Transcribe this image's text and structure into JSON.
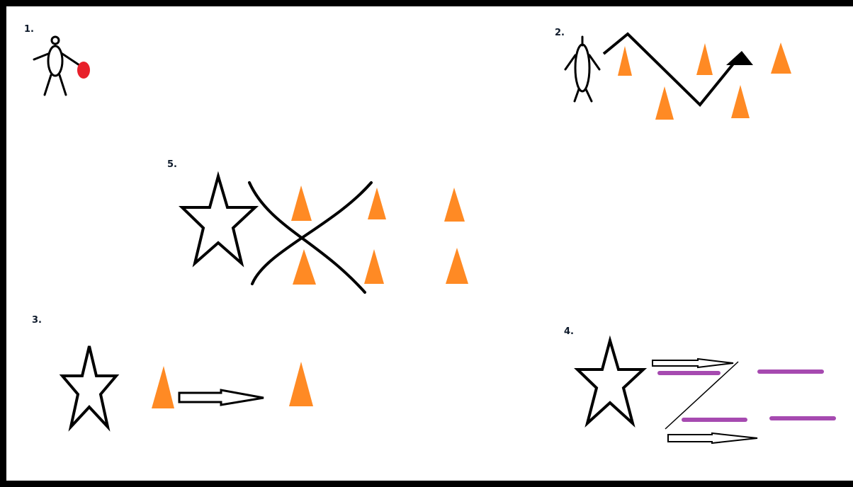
{
  "sections": [
    {
      "label": "1."
    },
    {
      "label": "2."
    },
    {
      "label": "3."
    },
    {
      "label": "4."
    },
    {
      "label": "5."
    }
  ],
  "colors": {
    "cone": "#ff8a24",
    "ball": "#e8202a",
    "hurdle": "#a64ab0",
    "ink": "#000000",
    "border": "#000000"
  },
  "icons": [
    "stick-figure-icon",
    "ball-icon",
    "cone-icon",
    "star-icon",
    "arrow-icon",
    "hurdle-icon"
  ]
}
